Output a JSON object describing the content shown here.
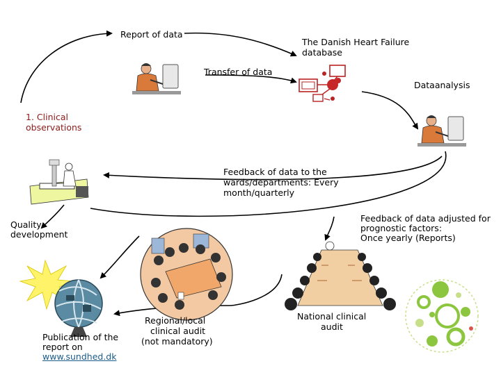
{
  "labels": {
    "report_of_data": "Report of data",
    "database_line1": "The Danish Heart Failure",
    "database_line2": "database",
    "transfer_of_data": "Transfer of data",
    "dataanalysis": "Dataanalysis",
    "clinical_line1": "1. Clinical",
    "clinical_line2": "observations",
    "feedback_line1": "Feedback of data to the",
    "feedback_line2": "wards/departments: Every",
    "feedback_line3": "month/quarterly",
    "quality_line1": "Quality",
    "quality_line2": "development",
    "adjusted_line1": "Feedback of data adjusted for",
    "adjusted_line2": "prognostic factors:",
    "adjusted_line3": "Once yearly (Reports)",
    "publication_line1": "Publication of the",
    "publication_line2": "report on",
    "publication_link": "www.sundhed.dk",
    "regional_line1": "Regional/local",
    "regional_line2": "clinical audit",
    "regional_line3": "(not mandatory)",
    "national_line1": "National clinical",
    "national_line2": "audit"
  },
  "icons": {
    "office_worker_top": "office-worker-icon",
    "database_graphic": "database-graphic-icon",
    "office_worker_right": "office-worker-icon",
    "clinic_scene": "clinic-scene-icon",
    "globe": "globe-icon",
    "meeting_round": "round-meeting-icon",
    "meeting_national": "conference-table-icon",
    "logo": "circles-logo"
  },
  "colors": {
    "clinical_text": "#8b1a1a",
    "link": "#1a5c8a",
    "logo_green": "#8cc63f",
    "logo_light_green": "#c8df8a",
    "logo_red": "#d9534f"
  }
}
